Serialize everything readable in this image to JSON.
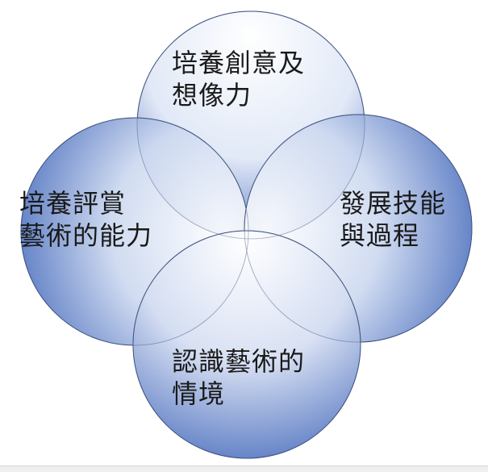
{
  "diagram": {
    "circles": {
      "top": {
        "lines": [
          "培養創意及",
          "想像力"
        ]
      },
      "left": {
        "lines": [
          "培養評賞",
          "藝術的能力"
        ]
      },
      "right": {
        "lines": [
          "發展技能",
          "與過程"
        ]
      },
      "bottom": {
        "lines": [
          "認識藝術的",
          "情境"
        ]
      }
    },
    "colors": {
      "fill_light": "#ffffff",
      "fill_dark": "#3d63b8",
      "outline": "#2b3f73"
    }
  }
}
